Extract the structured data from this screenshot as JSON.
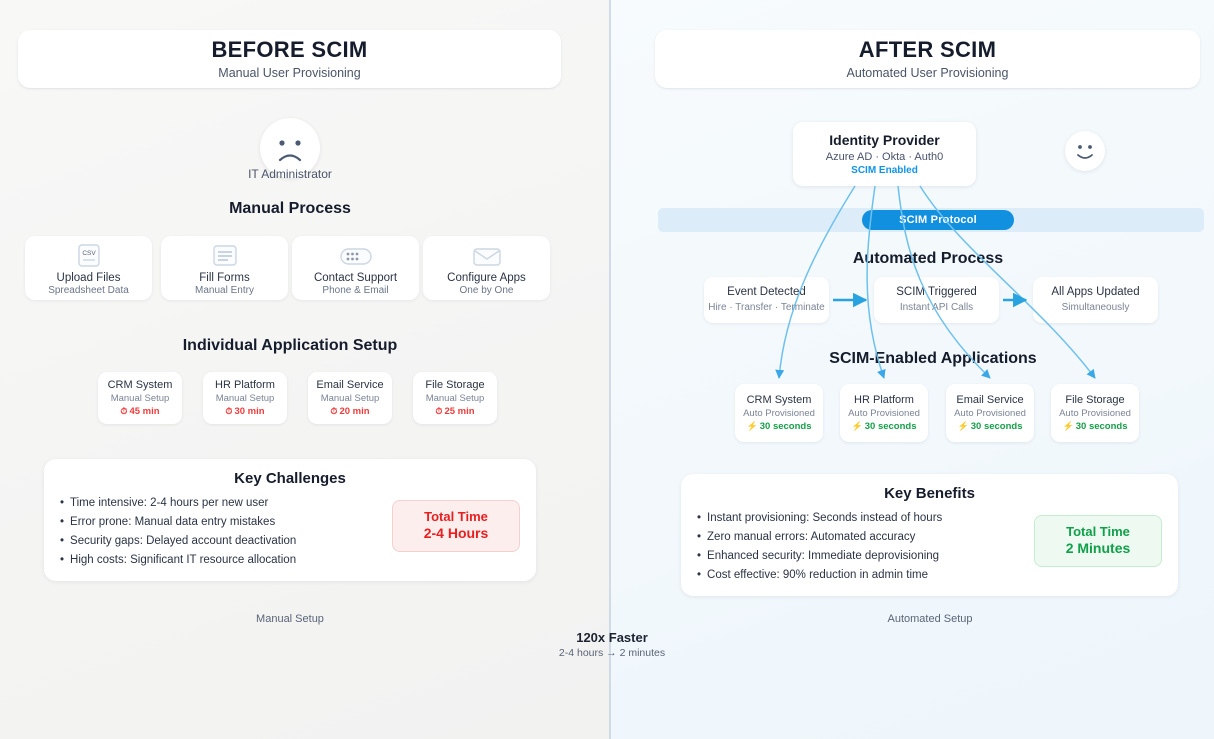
{
  "left": {
    "header": {
      "title": "BEFORE SCIM",
      "subtitle": "Manual User Provisioning"
    },
    "avatar": {
      "icon": "sad-face-icon",
      "caption": "IT Administrator"
    },
    "process_title": "Manual Process",
    "process_steps": [
      {
        "icon": "csv-file-icon",
        "title": "Upload Files",
        "subtitle": "Spreadsheet Data"
      },
      {
        "icon": "form-lines-icon",
        "title": "Fill Forms",
        "subtitle": "Manual Entry"
      },
      {
        "icon": "phone-keypad-icon",
        "title": "Contact Support",
        "subtitle": "Phone & Email"
      },
      {
        "icon": "envelope-icon",
        "title": "Configure Apps",
        "subtitle": "One by One"
      }
    ],
    "apps_title": "Individual Application Setup",
    "apps": [
      {
        "name": "CRM System",
        "mode": "Manual Setup",
        "icon": "stopwatch-icon",
        "metric": "45 min"
      },
      {
        "name": "HR Platform",
        "mode": "Manual Setup",
        "icon": "stopwatch-icon",
        "metric": "30 min"
      },
      {
        "name": "Email Service",
        "mode": "Manual Setup",
        "icon": "stopwatch-icon",
        "metric": "20 min"
      },
      {
        "name": "File Storage",
        "mode": "Manual Setup",
        "icon": "stopwatch-icon",
        "metric": "25 min"
      }
    ],
    "summary": {
      "title": "Key Challenges",
      "items": [
        "Time intensive: 2-4 hours per new user",
        "Error prone: Manual data entry mistakes",
        "Security gaps: Delayed account deactivation",
        "High costs: Significant IT resource allocation"
      ],
      "total_label": "Total Time",
      "total_value": "2-4 Hours"
    },
    "footer": "Manual Setup"
  },
  "right": {
    "header": {
      "title": "AFTER SCIM",
      "subtitle": "Automated User Provisioning"
    },
    "avatar": {
      "icon": "happy-face-icon"
    },
    "idp": {
      "name": "Identity Provider",
      "vendors": "Azure AD · Okta · Auth0",
      "badge": "SCIM Enabled"
    },
    "protocol_pill": "SCIM Protocol",
    "process_title": "Automated Process",
    "process_steps": [
      {
        "title": "Event Detected",
        "subtitle": "Hire · Transfer · Terminate"
      },
      {
        "title": "SCIM Triggered",
        "subtitle": "Instant API Calls"
      },
      {
        "title": "All Apps Updated",
        "subtitle": "Simultaneously"
      }
    ],
    "apps_title": "SCIM-Enabled Applications",
    "apps": [
      {
        "name": "CRM System",
        "mode": "Auto Provisioned",
        "icon": "lightning-icon",
        "metric": "30 seconds"
      },
      {
        "name": "HR Platform",
        "mode": "Auto Provisioned",
        "icon": "lightning-icon",
        "metric": "30 seconds"
      },
      {
        "name": "Email Service",
        "mode": "Auto Provisioned",
        "icon": "lightning-icon",
        "metric": "30 seconds"
      },
      {
        "name": "File Storage",
        "mode": "Auto Provisioned",
        "icon": "lightning-icon",
        "metric": "30 seconds"
      }
    ],
    "summary": {
      "title": "Key Benefits",
      "items": [
        "Instant provisioning: Seconds instead of hours",
        "Zero manual errors: Automated accuracy",
        "Enhanced security: Immediate deprovisioning",
        "Cost effective: 90% reduction in admin time"
      ],
      "total_label": "Total Time",
      "total_value": "2 Minutes"
    },
    "footer": "Automated Setup"
  },
  "center": {
    "headline": "120x Faster",
    "detail": "2-4 hours → 2 minutes"
  },
  "colors": {
    "accent_blue": "#1290e0",
    "bad_red": "#e81f1f",
    "good_green": "#11a04a",
    "panel_left_bg": "#f4f4f3",
    "panel_right_bg": "#f2f8fc",
    "divider": "#c9d6e4"
  }
}
